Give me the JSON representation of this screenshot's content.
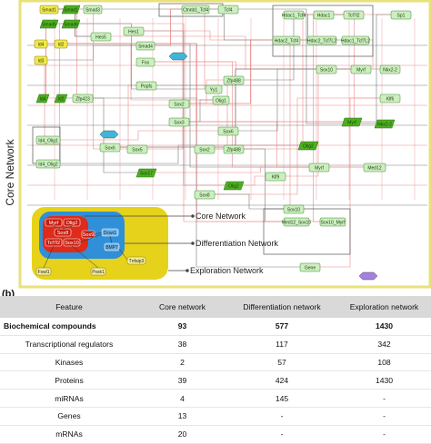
{
  "panel_b_label": "(b)",
  "side_label": "Core Network",
  "annotations": {
    "core": "Core Network",
    "differentiation": "Differentiation Network",
    "exploration": "Exploration Network"
  },
  "inset_nodes": [
    "Myrf",
    "Olig2",
    "Sox8",
    "Tcf7l2",
    "Sox10",
    "Sox9",
    "Dcwr1",
    "BMP7",
    "Fxwl1",
    "Pxsk1",
    "Tnfaip3"
  ],
  "network_nodes": [
    "Smad1",
    "Smad1",
    "Smad3",
    "Smad5",
    "Smad6",
    "Hes5",
    "Hes1",
    "Ctnnb1_Tcf4",
    "Tcf4",
    "Hdac1_Tcf4",
    "Hdac1",
    "Tcf7l2",
    "Sp1",
    "Hdac2_Tcf4",
    "Hdac2_Tcf7L2",
    "Hdac1_Tcf7L2",
    "Id4",
    "Id2",
    "Smad4",
    "Fos",
    "Sox10",
    "Myrf",
    "Nkx2-2",
    "Id3",
    "Zfp488",
    "Popfs",
    "Yy1",
    "Olig1",
    "Id4",
    "Id2",
    "Zfp423",
    "Sox2",
    "Sox3",
    "Sox6",
    "Klf6",
    "Myrf",
    "Olig2",
    "Sox2",
    "Zfp488",
    "Nkx2-2",
    "Id4_Olig1",
    "Id4_Olig2",
    "Sox17",
    "Sox5",
    "Sox6",
    "Sox8",
    "Klf9",
    "Olig2",
    "Myrf",
    "Med12",
    "Sox10",
    "Med12_Sox10",
    "Sox10_Myrf",
    "Gene"
  ],
  "table": {
    "headers": [
      "Feature",
      "Core network",
      "Differentiation network",
      "Exploration network"
    ],
    "rows": [
      {
        "feature": "Biochemical compounds",
        "core": "93",
        "diff": "577",
        "expl": "1430",
        "bold": true
      },
      {
        "feature": "Transcriptional regulators",
        "core": "38",
        "diff": "117",
        "expl": "342",
        "bold": false
      },
      {
        "feature": "Kinases",
        "core": "2",
        "diff": "57",
        "expl": "108",
        "bold": false
      },
      {
        "feature": "Proteins",
        "core": "39",
        "diff": "424",
        "expl": "1430",
        "bold": false
      },
      {
        "feature": "miRNAs",
        "core": "4",
        "diff": "145",
        "expl": "-",
        "bold": false
      },
      {
        "feature": "Genes",
        "core": "13",
        "diff": "-",
        "expl": "-",
        "bold": false
      },
      {
        "feature": "mRNAs",
        "core": "20",
        "diff": "-",
        "expl": "-",
        "bold": false
      }
    ]
  },
  "colors": {
    "node_fill": "#cdeec0",
    "node_stroke": "#3a8f2a",
    "para_fill": "#4caf1f",
    "yellow_node": "#f2ea4a",
    "cyan_node": "#3fb6d9",
    "edge_red": "#e88a8a",
    "edge_grey": "#7a7a7a",
    "frame_yellow": "#e9e27a",
    "inset_yellow": "#e6d21a",
    "inset_blue": "#2f8fd8",
    "inset_red": "#e02a1a",
    "purple_node": "#a680e0",
    "header_bg": "#d9d9d9"
  }
}
